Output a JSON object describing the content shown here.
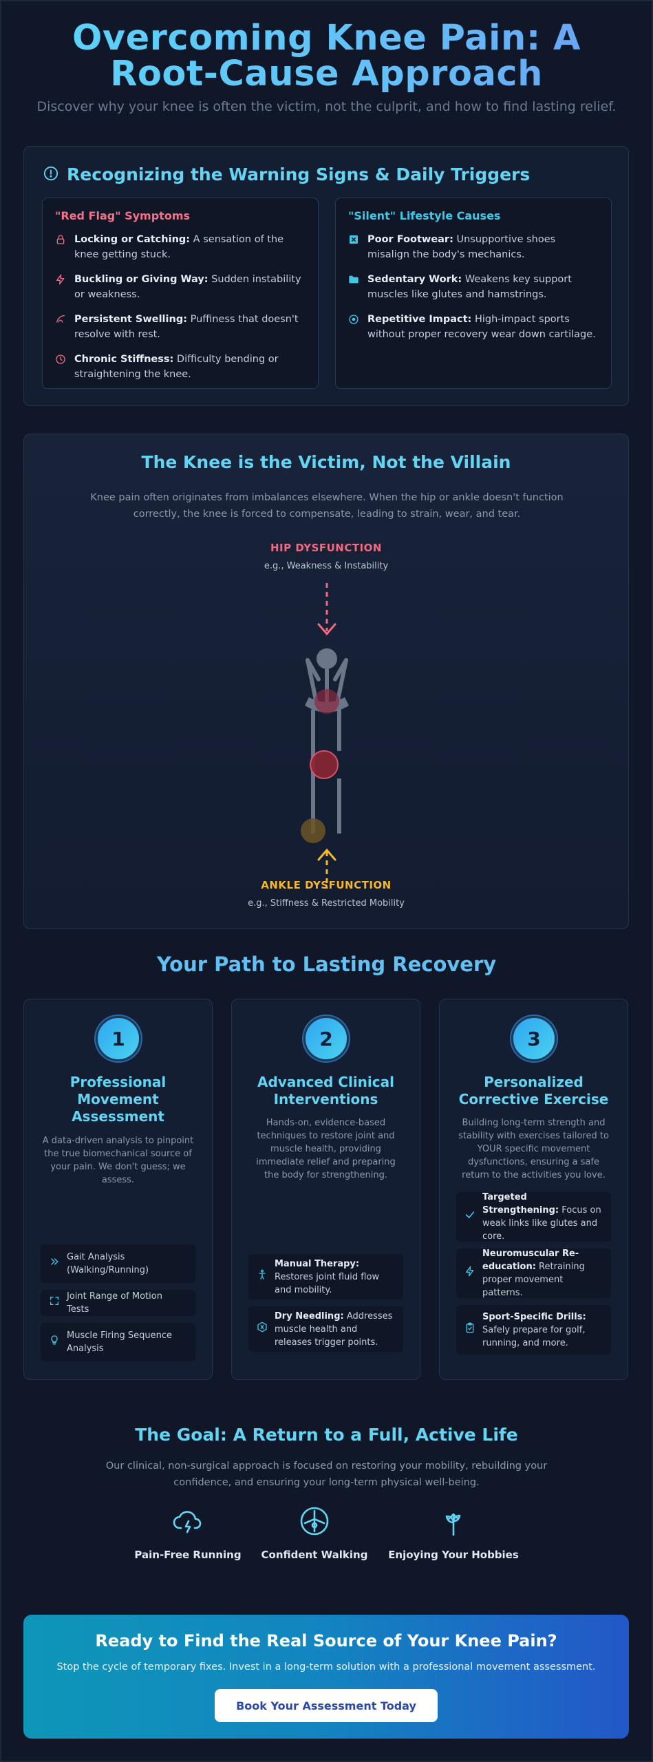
{
  "hero": {
    "title": "Overcoming Knee Pain: A Root-Cause Approach",
    "subtitle": "Discover why your knee is often the victim, not the culprit, and how to find lasting relief."
  },
  "warning": {
    "title": "Recognizing the Warning Signs & Daily Triggers",
    "red_flags": {
      "title": "\"Red Flag\" Symptoms",
      "items": [
        {
          "icon": "lock-icon",
          "term": "Locking or Catching:",
          "text": " A sensation of the knee getting stuck."
        },
        {
          "icon": "lightning-icon",
          "term": "Buckling or Giving Way:",
          "text": " Sudden instability or weakness."
        },
        {
          "icon": "swelling-icon",
          "term": "Persistent Swelling:",
          "text": " Puffiness that doesn't resolve with rest."
        },
        {
          "icon": "clock-icon",
          "term": "Chronic Stiffness:",
          "text": " Difficulty bending or straightening the knee."
        }
      ]
    },
    "silent": {
      "title": "\"Silent\" Lifestyle Causes",
      "items": [
        {
          "icon": "x-square-icon",
          "term": "Poor Footwear:",
          "text": " Unsupportive shoes misalign the body's mechanics."
        },
        {
          "icon": "folder-icon",
          "term": "Sedentary Work:",
          "text": " Weakens key support muscles like glutes and hamstrings."
        },
        {
          "icon": "target-icon",
          "term": "Repetitive Impact:",
          "text": " High-impact sports without proper recovery wear down cartilage."
        }
      ]
    }
  },
  "victim": {
    "title": "The Knee is the Victim, Not the Villain",
    "intro": "Knee pain often originates from imbalances elsewhere. When the hip or ankle doesn't function correctly, the knee is forced to compensate, leading to strain, wear, and tear.",
    "hip_label": "HIP DYSFUNCTION",
    "hip_sub": "e.g., Weakness & Instability",
    "ankle_label": "ANKLE DYSFUNCTION",
    "ankle_sub": "e.g., Stiffness & Restricted Mobility"
  },
  "path": {
    "title": "Your Path to Lasting Recovery",
    "steps": [
      {
        "num": "1",
        "title": "Professional Movement Assessment",
        "desc": "A data-driven analysis to pinpoint the true biomechanical source of your pain. We don't guess; we assess.",
        "features": [
          {
            "icon": "chevrons-right-icon",
            "term": "",
            "text": "Gait Analysis (Walking/Running)"
          },
          {
            "icon": "expand-icon",
            "term": "",
            "text": "Joint Range of Motion Tests"
          },
          {
            "icon": "bulb-icon",
            "term": "",
            "text": "Muscle Firing Sequence Analysis"
          }
        ]
      },
      {
        "num": "2",
        "title": "Advanced Clinical Interventions",
        "desc": "Hands-on, evidence-based techniques to restore joint and muscle health, providing immediate relief and preparing the body for strengthening.",
        "features": [
          {
            "icon": "accessibility-icon",
            "term": "Manual Therapy:",
            "text": " Restores joint fluid flow and mobility."
          },
          {
            "icon": "needle-hex-icon",
            "term": "Dry Needling:",
            "text": " Addresses muscle health and releases trigger points."
          }
        ]
      },
      {
        "num": "3",
        "title": "Personalized Corrective Exercise",
        "desc": "Building long-term strength and stability with exercises tailored to YOUR specific movement dysfunctions, ensuring a safe return to the activities you love.",
        "features": [
          {
            "icon": "check-icon",
            "term": "Targeted Strengthening:",
            "text": " Focus on weak links like glutes and core."
          },
          {
            "icon": "lightning-icon",
            "term": "Neuromuscular Re-education:",
            "text": " Retraining proper movement patterns."
          },
          {
            "icon": "clipboard-check-icon",
            "term": "Sport-Specific Drills:",
            "text": " Safely prepare for golf, running, and more."
          }
        ]
      }
    ]
  },
  "goal": {
    "title": "The Goal: A Return to a Full, Active Life",
    "desc": "Our clinical, non-surgical approach is focused on restoring your mobility, rebuilding your confidence, and ensuring your long-term physical well-being.",
    "items": [
      {
        "icon": "cloud-bolt-icon",
        "label": "Pain-Free Running"
      },
      {
        "icon": "compass-icon",
        "label": "Confident Walking"
      },
      {
        "icon": "sprout-icon",
        "label": "Enjoying Your Hobbies"
      }
    ]
  },
  "cta": {
    "title": "Ready to Find the Real Source of Your Knee Pain?",
    "text": "Stop the cycle of temporary fixes. Invest in a long-term solution with a professional movement assessment.",
    "button": "Book Your Assessment Today"
  },
  "colors": {
    "background": "#0f1729",
    "accent": "#63d4f2",
    "red": "#f16a7f",
    "amber": "#f4b82c"
  }
}
